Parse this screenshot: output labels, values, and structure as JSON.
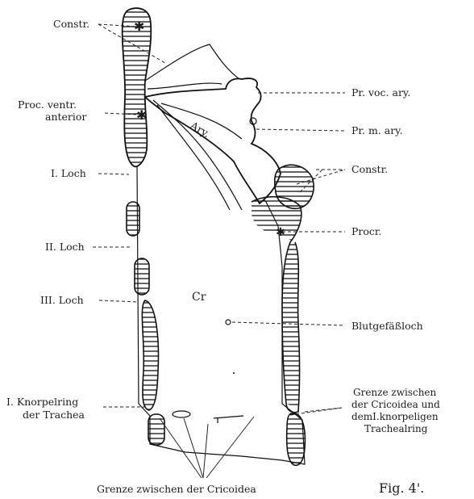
{
  "figure": {
    "fig_label": "Fig. 4'.",
    "cr_label": "Cr",
    "ary_label": "Ary.",
    "bottom_caption": "Grenze zwischen der Cricoidea",
    "labels_left": [
      {
        "key": "constr_top",
        "text": "Constr."
      },
      {
        "key": "proc_ventr_1",
        "text": "Proc. ventr."
      },
      {
        "key": "proc_ventr_2",
        "text": "anterior"
      },
      {
        "key": "loch1",
        "text": "I. Loch"
      },
      {
        "key": "loch2",
        "text": "II. Loch"
      },
      {
        "key": "loch3",
        "text": "III. Loch"
      },
      {
        "key": "knorpel1",
        "text": "I. Knorpelring"
      },
      {
        "key": "knorpel2",
        "text": "der Trachea"
      }
    ],
    "labels_right": [
      {
        "key": "pr_voc",
        "text": "Pr. voc. ary."
      },
      {
        "key": "pr_m",
        "text": "Pr. m. ary."
      },
      {
        "key": "constr_right",
        "text": "Constr."
      },
      {
        "key": "procr",
        "text": "Procr."
      },
      {
        "key": "blut",
        "text": "Blutgefäßloch"
      },
      {
        "key": "grenze1",
        "text": "Grenze zwischen"
      },
      {
        "key": "grenze2",
        "text": "der Cricoidea und"
      },
      {
        "key": "grenze3",
        "text": "demI.knorpeligen"
      },
      {
        "key": "grenze4",
        "text": "Trachealring"
      }
    ]
  }
}
